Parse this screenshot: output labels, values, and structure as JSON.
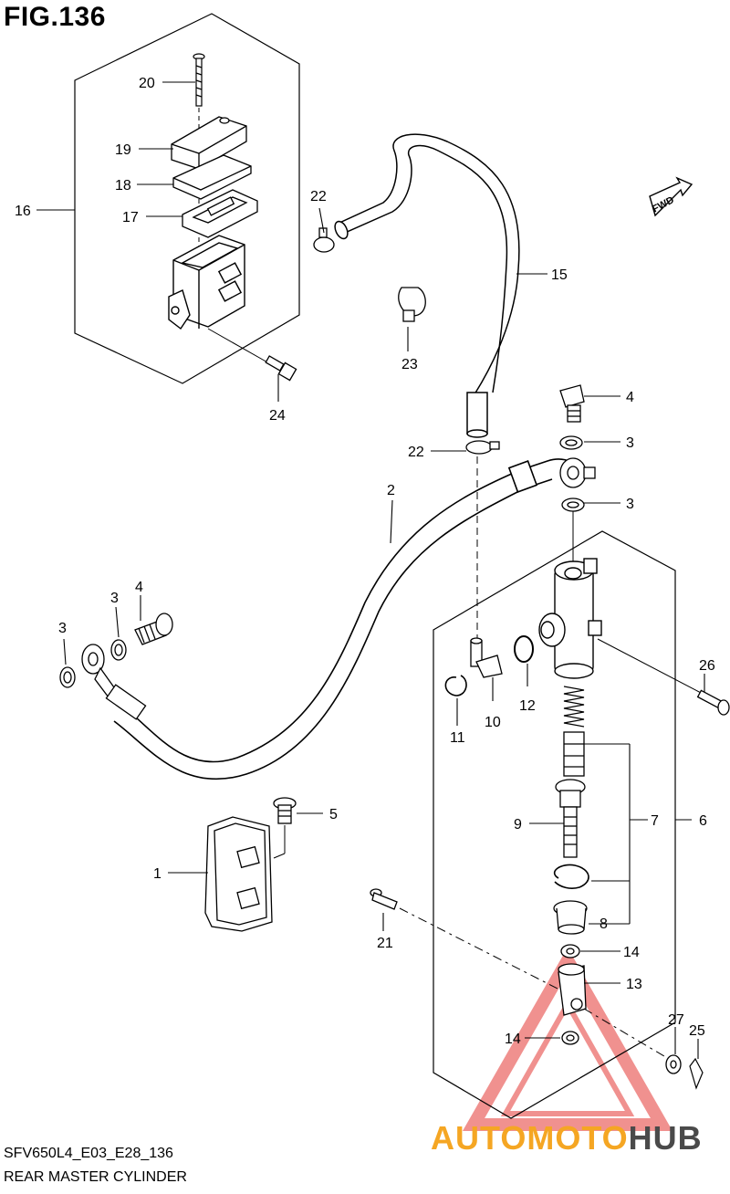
{
  "figure": {
    "title": "FIG.136",
    "code": "SFV650L4_E03_E28_136",
    "name": "REAR MASTER CYLINDER"
  },
  "callouts": [
    "1",
    "2",
    "3",
    "3",
    "3",
    "3",
    "4",
    "4",
    "5",
    "6",
    "7",
    "8",
    "9",
    "10",
    "11",
    "12",
    "13",
    "14",
    "14",
    "15",
    "16",
    "17",
    "18",
    "19",
    "20",
    "21",
    "22",
    "22",
    "23",
    "24",
    "25",
    "26",
    "27"
  ],
  "badge": "FWD",
  "watermark": {
    "part1": "AUTOMOTO",
    "part2": "HUB",
    "color_primary": "#f5a623",
    "color_secondary": "#4a4a4a",
    "triangle_color": "#e53935"
  }
}
